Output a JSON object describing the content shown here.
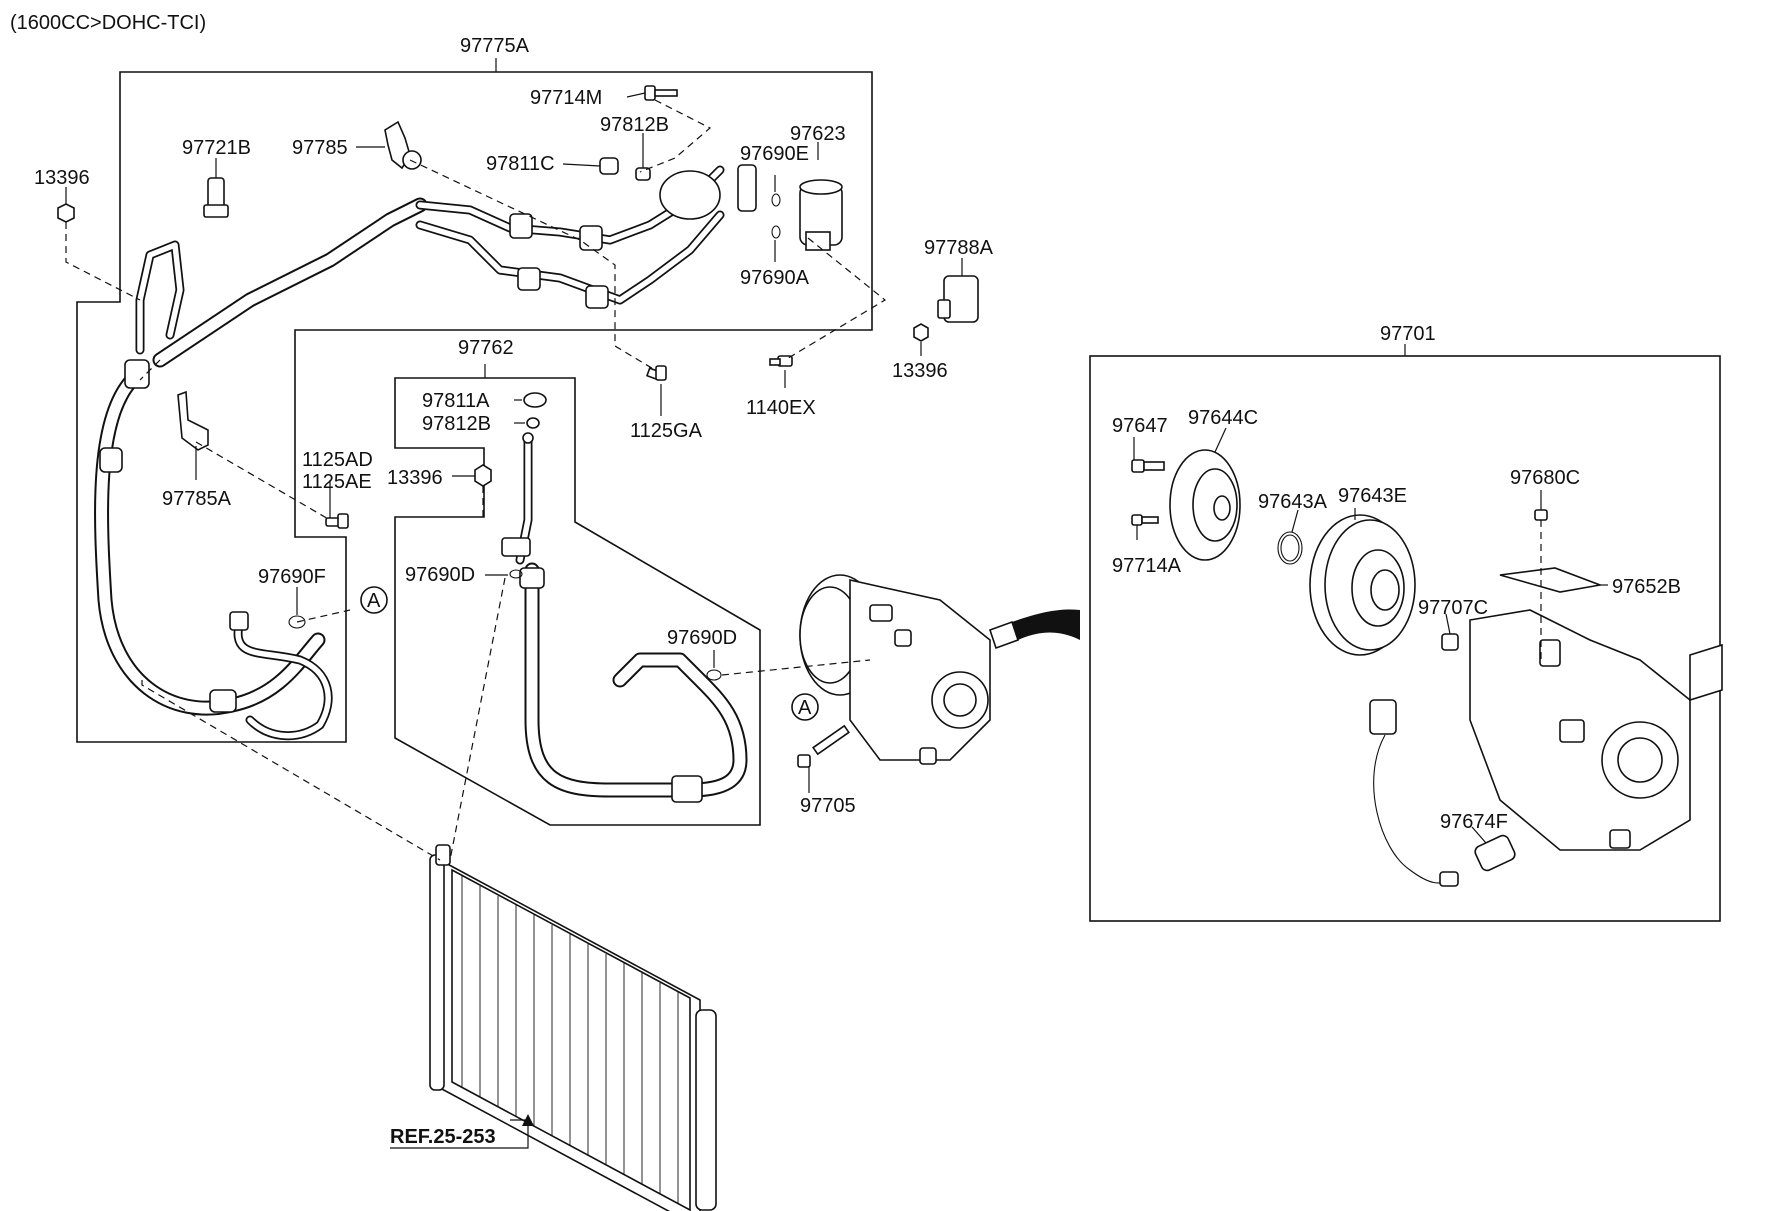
{
  "header_note": "(1600CC>DOHC-TCI)",
  "reference_label": "REF.25-253",
  "callout_letter": "A",
  "assemblies": {
    "hose_assembly": "97775A",
    "discharge_hose": "97762",
    "compressor_assembly": "97701"
  },
  "parts": {
    "p97714M": "97714M",
    "p97812B_top": "97812B",
    "p97623": "97623",
    "p97721B": "97721B",
    "p97785": "97785",
    "p97811C": "97811C",
    "p97690E": "97690E",
    "p13396_left": "13396",
    "p97690A": "97690A",
    "p97788A": "97788A",
    "p13396_right": "13396",
    "p1125GA": "1125GA",
    "p1140EX": "1140EX",
    "p97811A": "97811A",
    "p97812B_mid": "97812B",
    "p1125AD": "1125AD",
    "p1125AE": "1125AE",
    "p13396_mid": "13396",
    "p97785A": "97785A",
    "p97690D_left": "97690D",
    "p97690F": "97690F",
    "p97690D_right": "97690D",
    "p97705": "97705",
    "p97647": "97647",
    "p97644C": "97644C",
    "p97643A": "97643A",
    "p97643E": "97643E",
    "p97680C": "97680C",
    "p97714A": "97714A",
    "p97652B": "97652B",
    "p97707C": "97707C",
    "p97674F": "97674F"
  }
}
